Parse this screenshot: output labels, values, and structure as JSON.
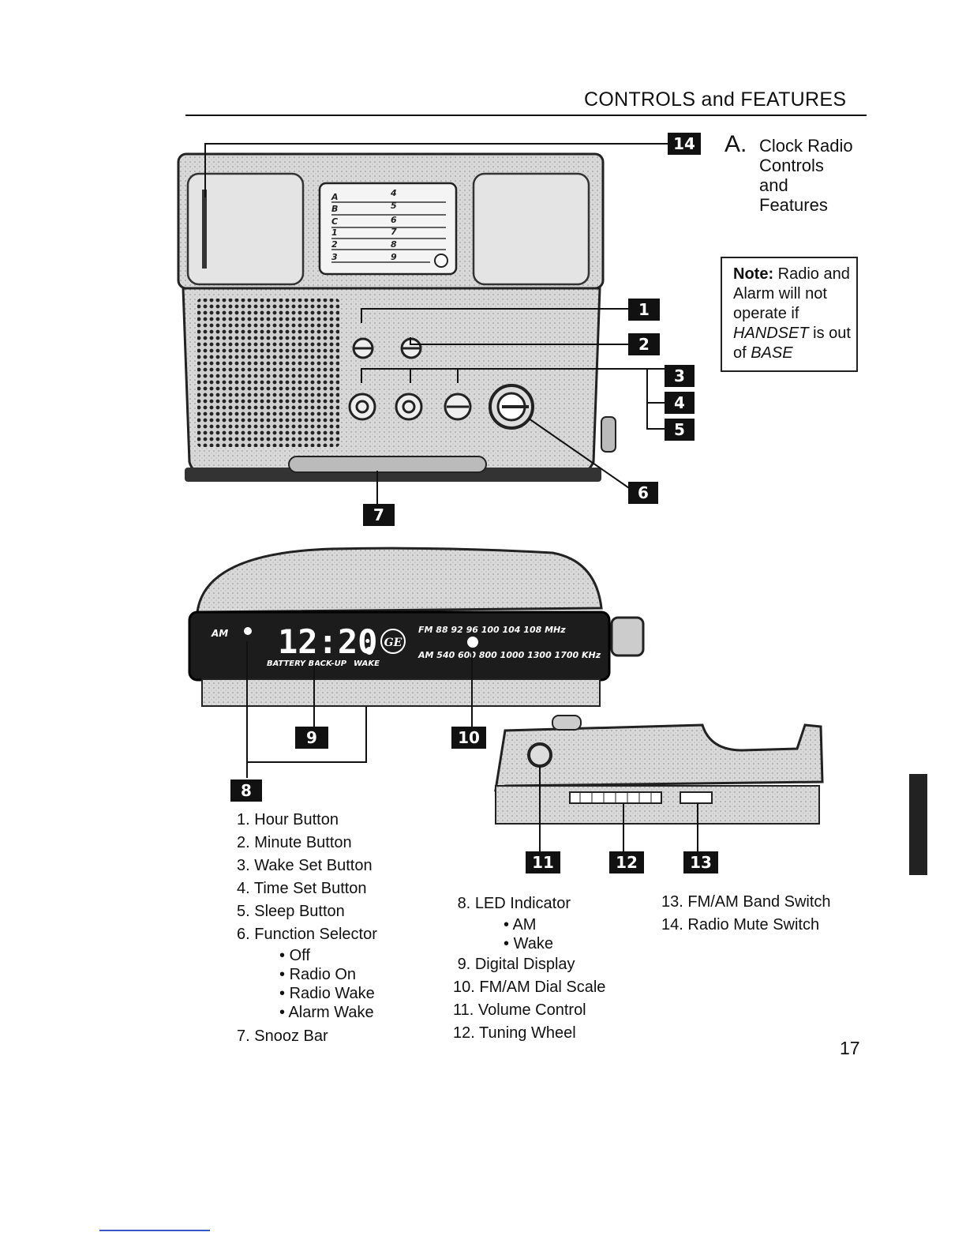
{
  "header": {
    "title": "CONTROLS and FEATURES"
  },
  "section": {
    "letter": "A.",
    "title_lines": [
      "Clock Radio",
      "Controls",
      "and",
      "Features"
    ]
  },
  "note": {
    "label": "Note:",
    "text_1": "Radio and Alarm will not operate if",
    "handset": "HANDSET",
    "text_2": "is out of",
    "base": "BASE"
  },
  "callouts": [
    "1",
    "2",
    "3",
    "4",
    "5",
    "6",
    "7",
    "8",
    "9",
    "10",
    "11",
    "12",
    "13",
    "14"
  ],
  "display": {
    "am_label": "AM",
    "time": "12:20",
    "battery_label": "BATTERY BACK-UP",
    "wake_label": "WAKE",
    "brand_logo": "GE",
    "fm_scale": "FM  88  92  96  100  104  108  MHz",
    "am_scale": "AM  540  600  800  1000  1300  1700  KHz"
  },
  "preset_card": {
    "left": [
      "A",
      "B",
      "C",
      "1",
      "2",
      "3"
    ],
    "right": [
      "4",
      "5",
      "6",
      "7",
      "8",
      "9"
    ]
  },
  "list_col1": [
    {
      "n": "1.",
      "label": "Hour Button"
    },
    {
      "n": "2.",
      "label": "Minute Button"
    },
    {
      "n": "3.",
      "label": "Wake Set Button"
    },
    {
      "n": "4.",
      "label": "Time Set Button"
    },
    {
      "n": "5.",
      "label": "Sleep Button"
    },
    {
      "n": "6.",
      "label": "Function Selector",
      "subs": [
        "Off",
        "Radio On",
        "Radio Wake",
        "Alarm Wake"
      ]
    },
    {
      "n": "7.",
      "label": "Snooz Bar"
    }
  ],
  "list_col2": [
    {
      "n": "8.",
      "label": "LED Indicator",
      "subs": [
        "AM",
        "Wake"
      ]
    },
    {
      "n": "9.",
      "label": "Digital Display"
    },
    {
      "n": "10.",
      "label": "FM/AM Dial Scale"
    },
    {
      "n": "11.",
      "label": "Volume Control"
    },
    {
      "n": "12.",
      "label": "Tuning Wheel"
    }
  ],
  "list_col3": [
    {
      "n": "13.",
      "label": "FM/AM Band Switch"
    },
    {
      "n": "14.",
      "label": "Radio Mute Switch"
    }
  ],
  "page_number": "17"
}
